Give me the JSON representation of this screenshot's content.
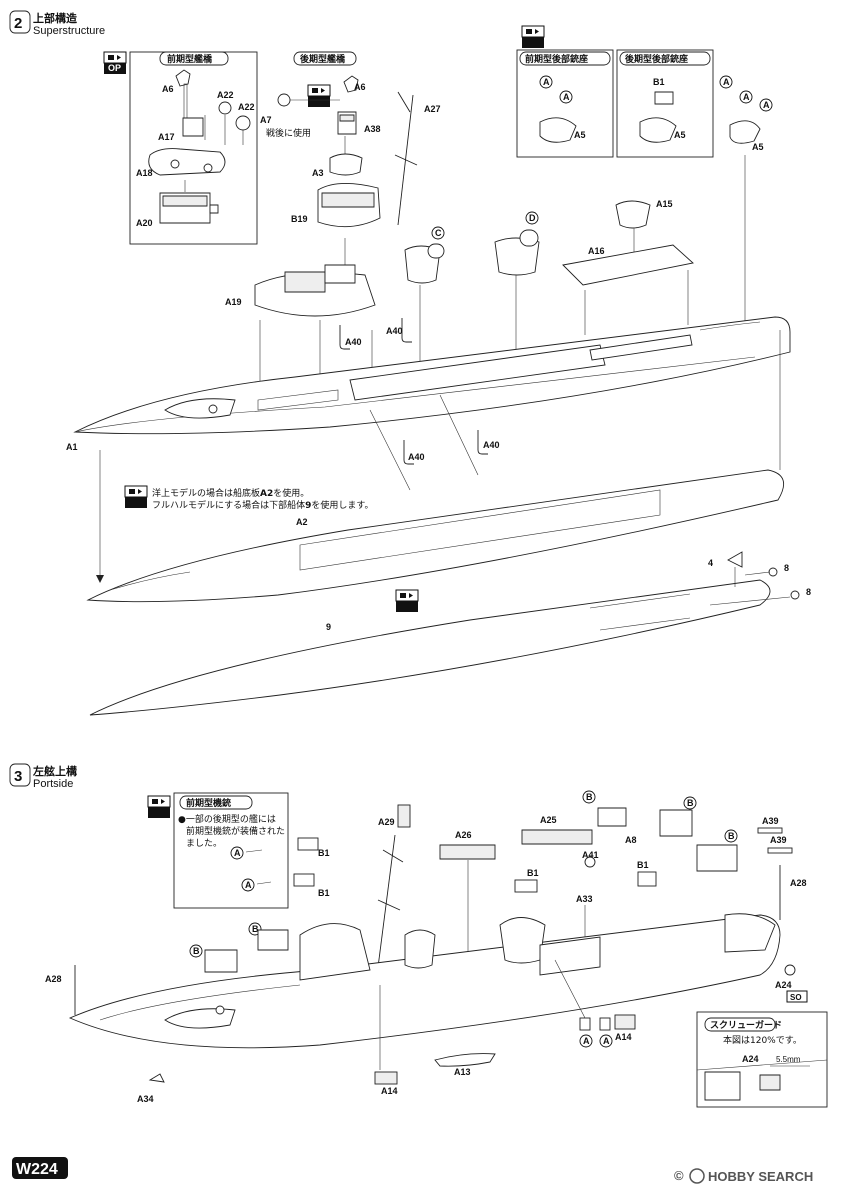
{
  "steps": [
    {
      "number": "2",
      "title_jp": "上部構造",
      "title_en": "Superstructure"
    },
    {
      "number": "3",
      "title_jp": "左舷上構",
      "title_en": "Portside"
    }
  ],
  "badges": {
    "op": "OP",
    "so": "SO"
  },
  "boxes": {
    "early_bridge": "前期型艦橋",
    "late_bridge": "後期型艦橋",
    "early_rear_gun": "前期型後部銃座",
    "late_rear_gun": "後期型後部銃座",
    "early_mg": "前期型機銃",
    "early_mg_note": [
      "●一部の後期型の艦には",
      "前期型機銃が装備された",
      "ました。"
    ]
  },
  "notes": {
    "a7_note": "戦後に使用",
    "waterline_line1_pre": "洋上モデルの場合は船底板",
    "waterline_line1_part": "A2",
    "waterline_line1_post": "を使用。",
    "waterline_line2_pre": "フルハルモデルにする場合は下部船体",
    "waterline_line2_part": "9",
    "waterline_line2_post": "を使用します。"
  },
  "screw_guard": {
    "title": "スクリューガード",
    "note": "本図は120%です。",
    "part": "A24",
    "dimension": "5.5mm"
  },
  "callouts": {
    "A": "A",
    "B": "B",
    "C": "C",
    "D": "D"
  },
  "parts": {
    "A1": "A1",
    "A2": "A2",
    "A3": "A3",
    "A5": "A5",
    "A6": "A6",
    "A7": "A7",
    "A8": "A8",
    "A13": "A13",
    "A14": "A14",
    "A15": "A15",
    "A16": "A16",
    "A17": "A17",
    "A18": "A18",
    "A19": "A19",
    "A20": "A20",
    "A22": "A22",
    "A24": "A24",
    "A25": "A25",
    "A26": "A26",
    "A27": "A27",
    "A28": "A28",
    "A29": "A29",
    "A33": "A33",
    "A34": "A34",
    "A38": "A38",
    "A39": "A39",
    "A40": "A40",
    "A41": "A41",
    "B1": "B1",
    "B19": "B19",
    "p4": "4",
    "p8": "8",
    "p9": "9"
  },
  "footer": {
    "page_code": "W224",
    "watermark": "HOBBY SEARCH",
    "copyright": "©"
  }
}
